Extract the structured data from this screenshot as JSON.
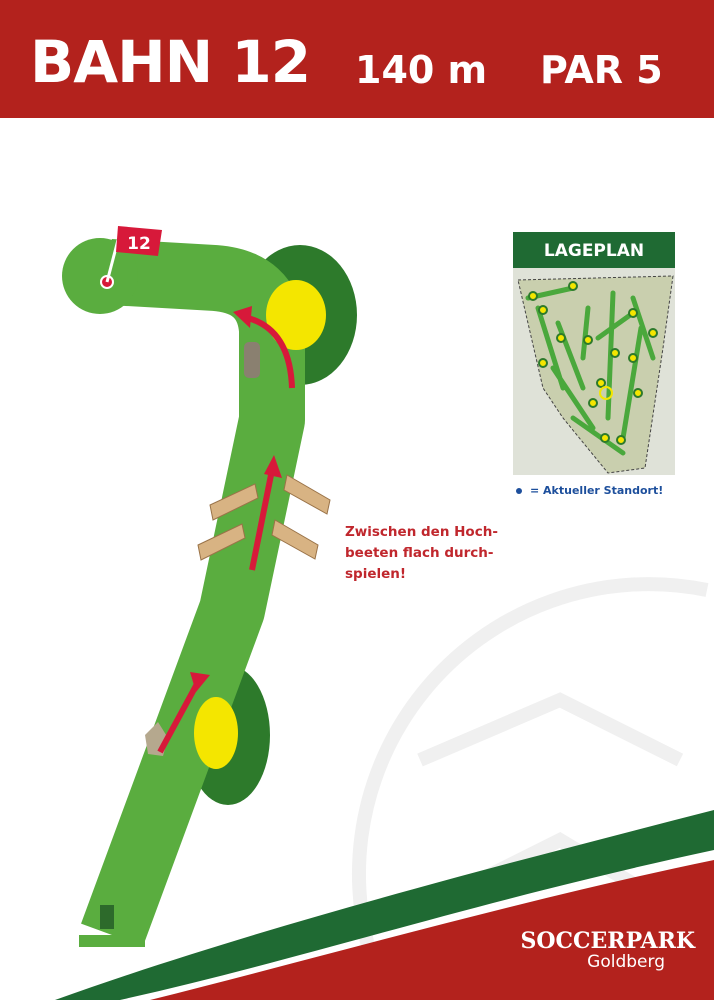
{
  "header": {
    "title": "BAHN 12",
    "length": "140 m",
    "par": "PAR 5"
  },
  "flag": {
    "number": "12"
  },
  "note": {
    "lines": [
      "Zwischen den Hoch-",
      "beeten flach durch-",
      "spielen!"
    ]
  },
  "lageplan": {
    "title": "LAGEPLAN",
    "legend": "= Aktueller Standort!"
  },
  "logo": {
    "brand": "SOCCERPARK",
    "sub": "Goldberg"
  },
  "colors": {
    "header": "#b3221d",
    "fairway": "#5aad3f",
    "rough": "#2d7a2b",
    "target": "#f4e600",
    "arrow": "#d7193a"
  }
}
